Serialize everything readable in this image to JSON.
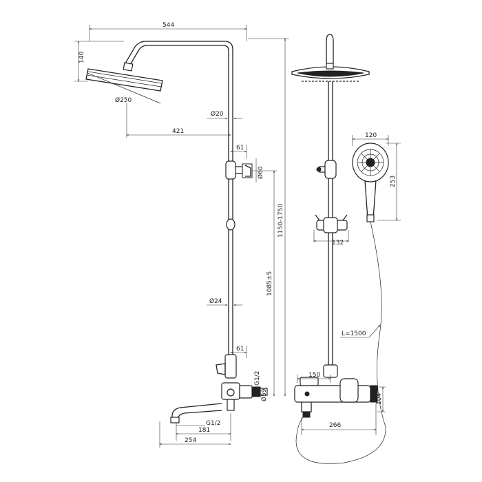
{
  "drawing": {
    "side_view_dimensions": {
      "overall_width": "544",
      "head_height": "140",
      "head_diameter": "Ø250",
      "upper_pipe_diameter": "Ø20",
      "arm_reach": "421",
      "holder_offset_top": "61",
      "holder_diameter": "Ø60",
      "total_height_range": "1150-1750",
      "center_height": "1085±5",
      "lower_pipe_diameter": "Ø24",
      "holder_offset_bottom": "61",
      "inlet_thread": "G1/2",
      "wall_flange_diameter": "Ø59",
      "spout_thread": "G1/2",
      "spout_reach": "181",
      "mixer_reach": "254"
    },
    "front_view_dimensions": {
      "hand_shower_head_width": "120",
      "hand_shower_length": "253",
      "slide_bracket_width": "132",
      "hose_length": "L=1500",
      "valve_body_width": "150",
      "valve_height": "104",
      "inlet_centers": "266"
    }
  }
}
